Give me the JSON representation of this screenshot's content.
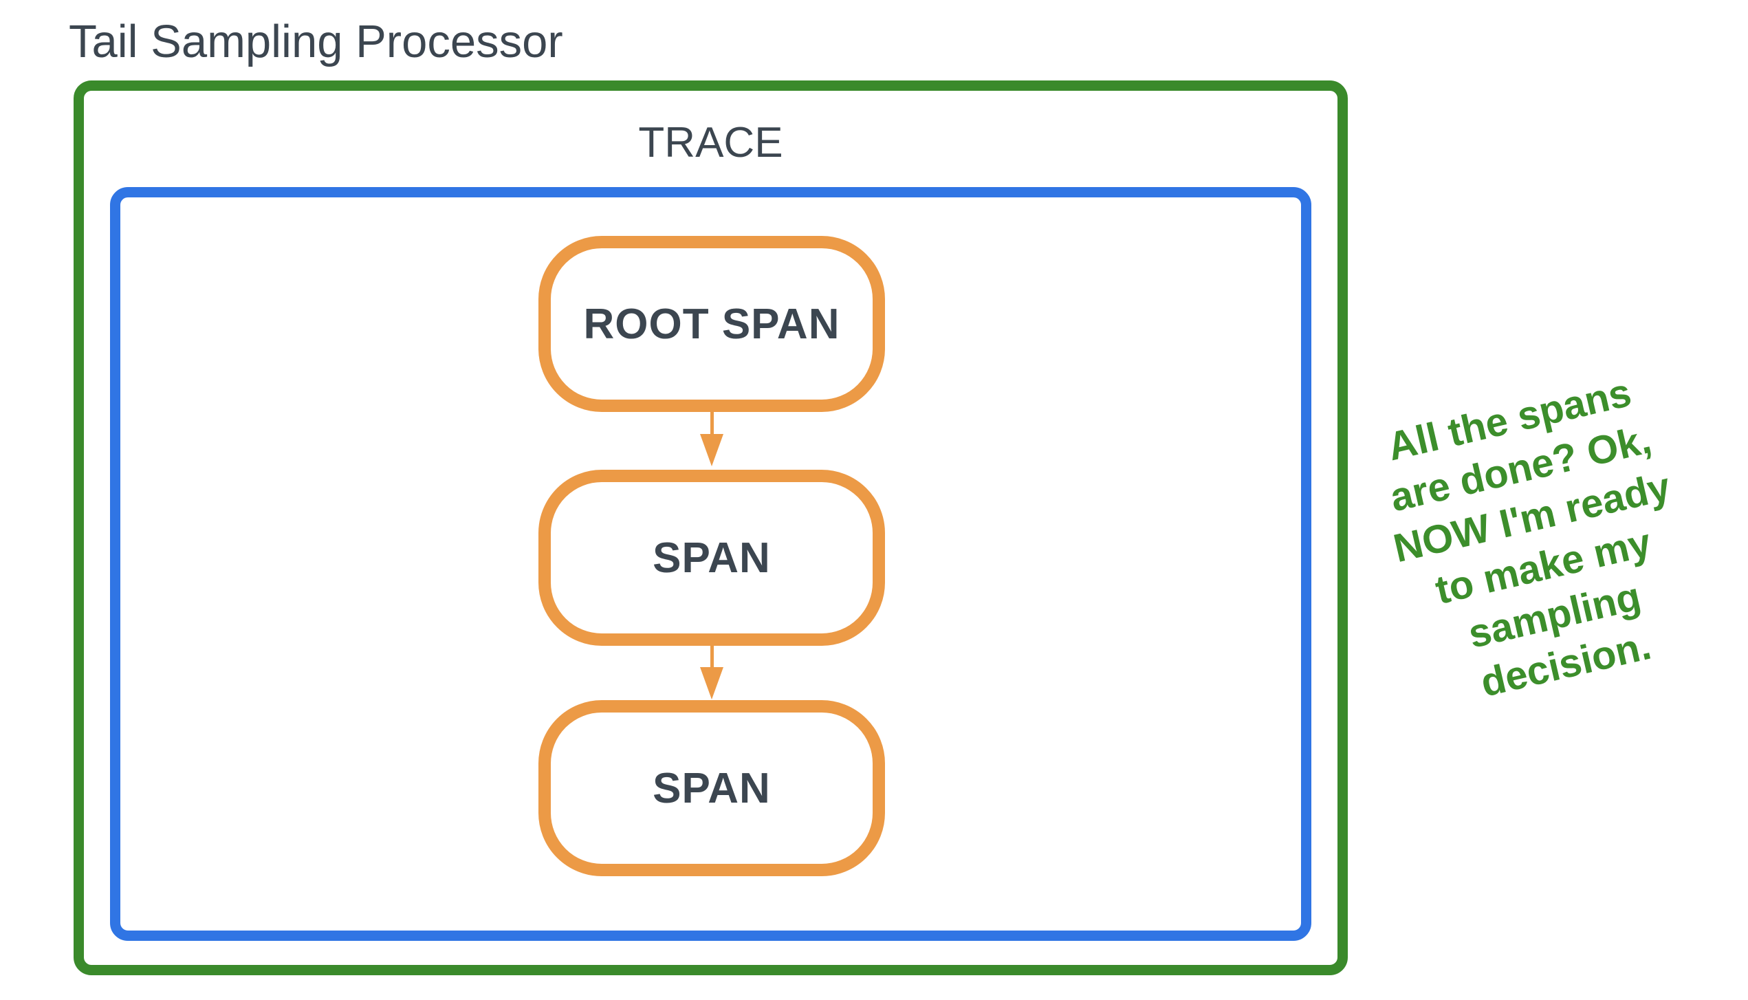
{
  "title": "Tail Sampling Processor",
  "trace": {
    "label": "TRACE"
  },
  "spans": [
    {
      "label": "ROOT SPAN"
    },
    {
      "label": "SPAN"
    },
    {
      "label": "SPAN"
    }
  ],
  "connectors": [
    {
      "icon": "down-arrow-icon",
      "from": "ROOT SPAN",
      "to": "SPAN"
    },
    {
      "icon": "down-arrow-icon",
      "from": "SPAN",
      "to": "SPAN"
    }
  ],
  "annotation": {
    "text": "All the spans\nare done? Ok,\nNOW I'm ready\nto make my\nsampling\ndecision."
  },
  "colors": {
    "green": "#3A8A2B",
    "blue": "#3075E4",
    "orange": "#EC9A46",
    "ink": "#3C4650",
    "green-text": "#3C8E2B",
    "bg": "#FFFFFF"
  }
}
